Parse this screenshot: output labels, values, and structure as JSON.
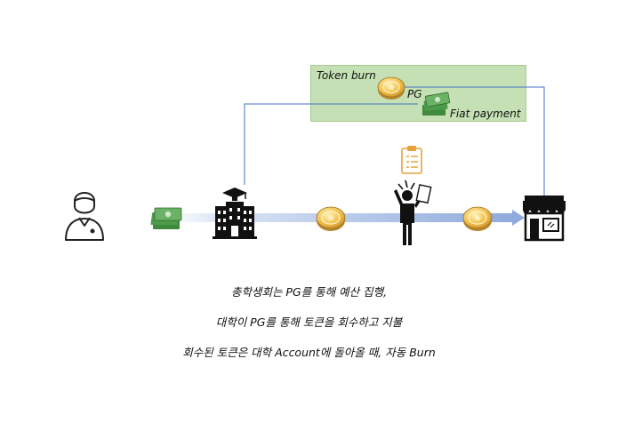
{
  "diagram": {
    "labels": {
      "token_burn": "Token burn",
      "pg": "PG",
      "fiat_payment": "Fiat payment"
    },
    "icons": [
      "student-icon",
      "money-icon",
      "university-icon",
      "coin-icon",
      "checklist-icon",
      "person-icon",
      "store-icon"
    ],
    "colors": {
      "pg_box": "#c5e0b4",
      "connector": "#4472c4",
      "coin": "#f2c14e",
      "money": "#4e9a4b"
    }
  },
  "caption": {
    "line1": "총학생회는 PG를 통해 예산 집행,",
    "line2": "대학이 PG를 통해 토큰을 회수하고 지불",
    "line3": "회수된 토큰은 대학 Account에 돌아올 때, 자동 Burn"
  }
}
